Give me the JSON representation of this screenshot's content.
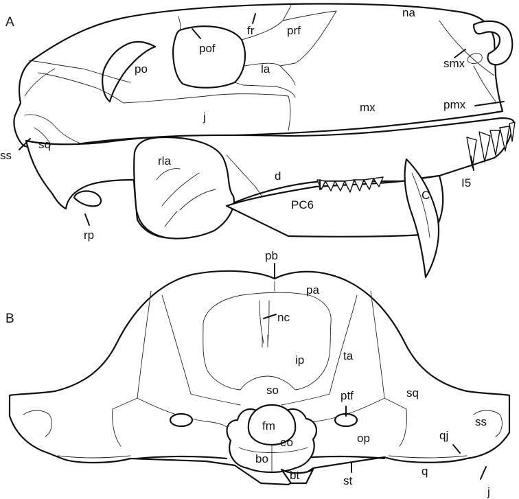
{
  "panels": {
    "a": "A",
    "b": "B"
  },
  "labels_a": {
    "na": "na",
    "fr": "fr",
    "prf": "prf",
    "pof": "pof",
    "po": "po",
    "la": "la",
    "smx": "smx",
    "pmx": "pmx",
    "mx": "mx",
    "j": "j",
    "ss": "ss",
    "sq": "sq",
    "rla": "rla",
    "d": "d",
    "C": "C",
    "I5": "I5",
    "PC6": "PC6",
    "rp": "rp"
  },
  "labels_b": {
    "pb": "pb",
    "pa": "pa",
    "nc": "nc",
    "ta": "ta",
    "ip": "ip",
    "so": "so",
    "ptf": "ptf",
    "sq": "sq",
    "fm": "fm",
    "eo": "eo",
    "op": "op",
    "ss": "ss",
    "qj": "qj",
    "bo": "bo",
    "bt": "bt",
    "st": "st",
    "q": "q",
    "j": "j"
  }
}
